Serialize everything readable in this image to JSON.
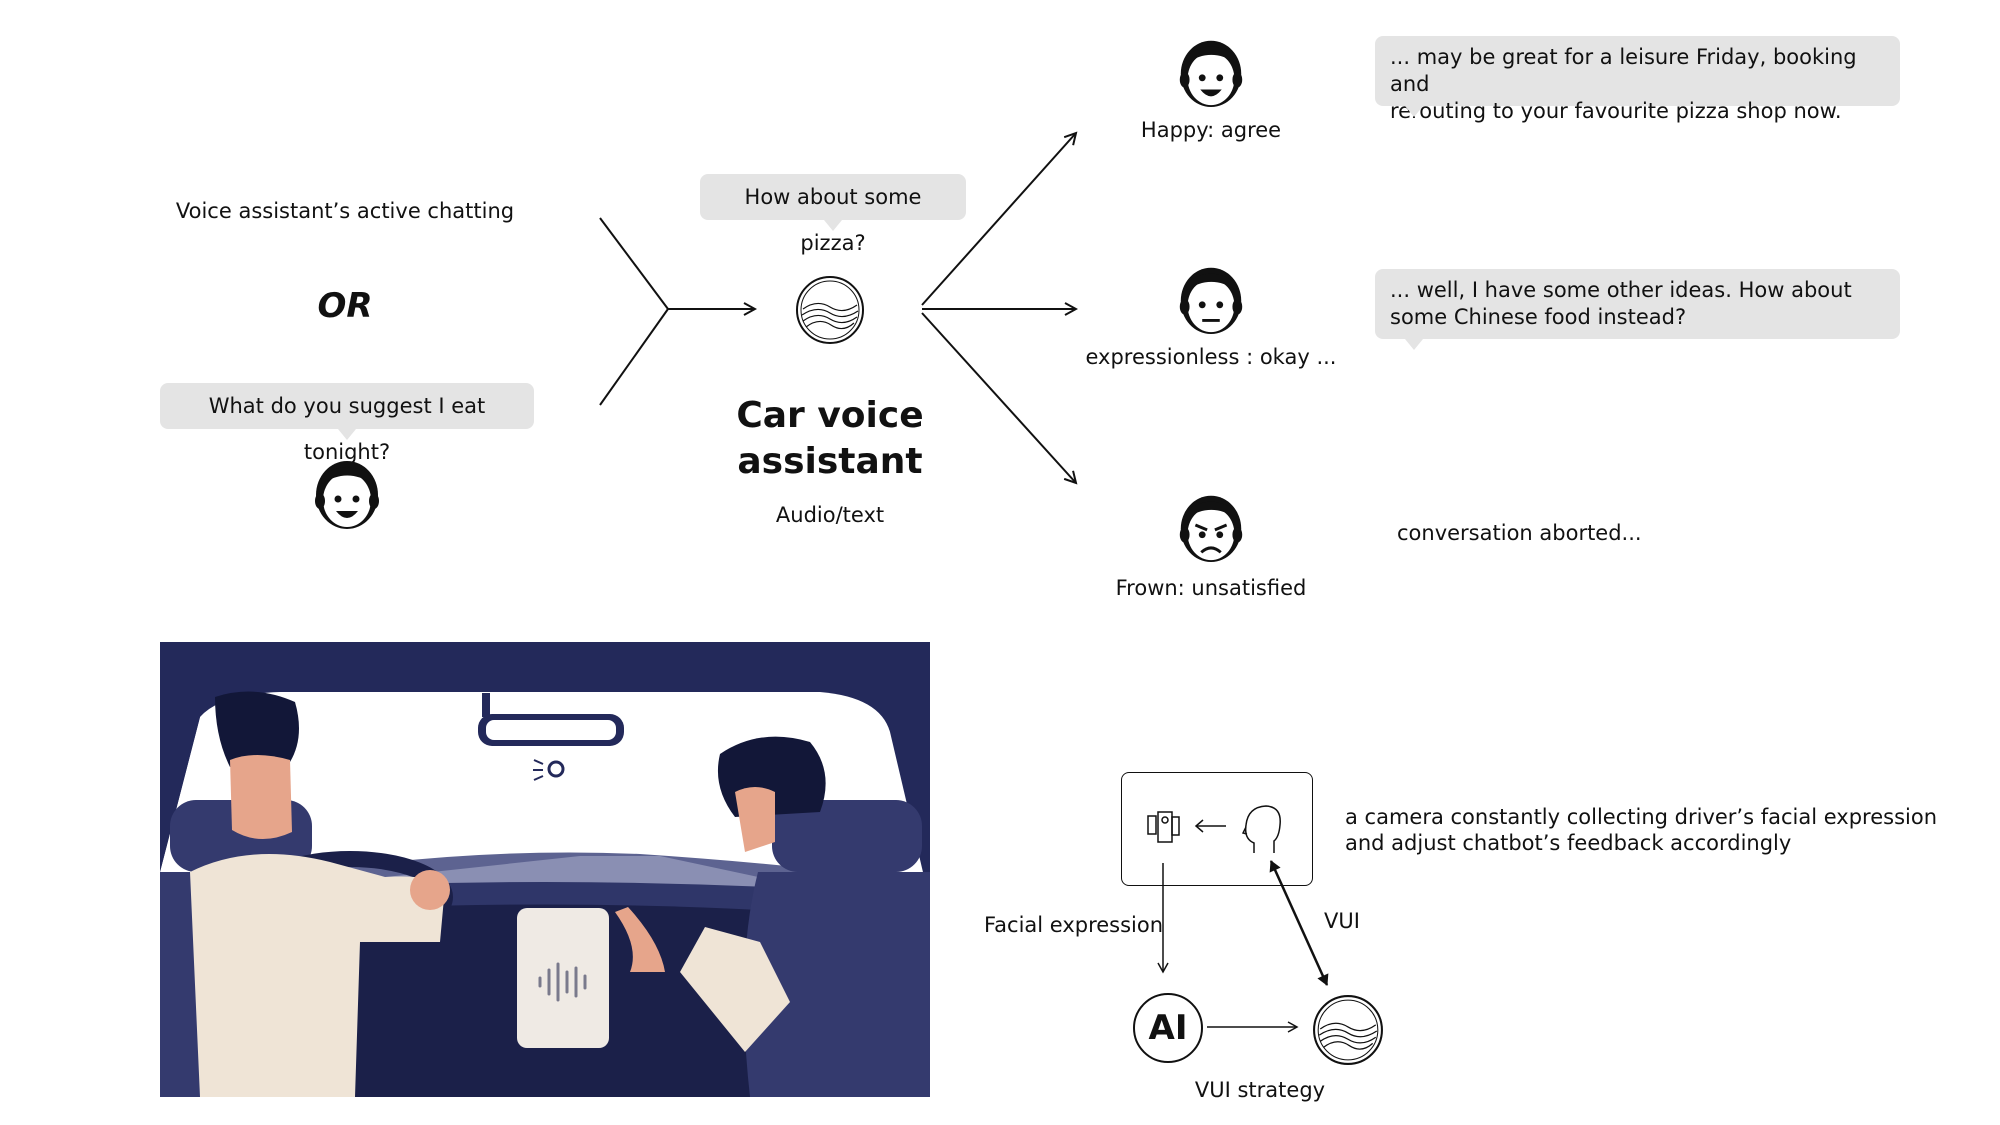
{
  "left": {
    "active_chatting": "Voice assistant’s active chatting",
    "or": "OR",
    "user_question": "What do you suggest I eat tonight?"
  },
  "assistant": {
    "question": "How about some pizza?",
    "title_line1": "Car voice",
    "title_line2": "assistant",
    "subtitle": "Audio/text"
  },
  "reactions": [
    {
      "label": "Happy: agree",
      "response": "... may be great for a leisure Friday, booking and rerouting to your favourite pizza shop now.",
      "response_line1": "... may be great for a leisure Friday, booking and",
      "response_line2": "rerouting to your favourite pizza shop now."
    },
    {
      "label": "expressionless : okay ...",
      "response_line1": "... well, I have some other ideas. How about",
      "response_line2": "some Chinese food instead?"
    },
    {
      "label": "Frown: unsatisfied",
      "response_line1": "conversation aborted..."
    }
  ],
  "system": {
    "camera_desc_line1": "a camera constantly collecting driver’s facial expression",
    "camera_desc_line2": "and adjust chatbot’s feedback accordingly",
    "facial_expression": "Facial expression",
    "vui": "VUI",
    "ai": "AI",
    "vui_strategy": "VUI strategy"
  },
  "colors": {
    "bubble": "#e4e4e4",
    "navy": "#23295a",
    "skin": "#e6a58b",
    "shirt": "#efe4d6"
  }
}
